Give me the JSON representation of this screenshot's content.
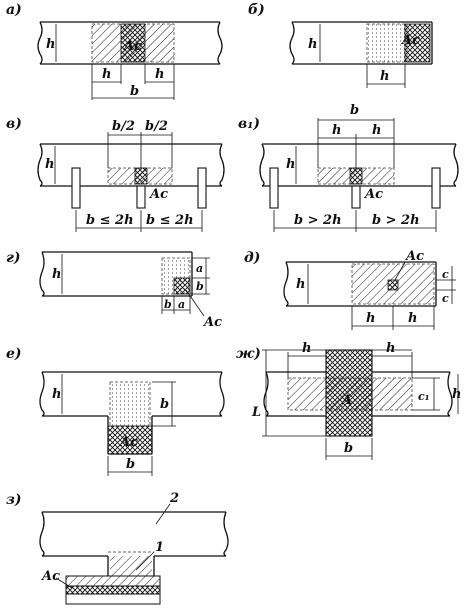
{
  "labels": {
    "a": "а)",
    "b": "б)",
    "v": "в)",
    "v1": "в₁)",
    "g": "г)",
    "d": "д)",
    "e": "е)",
    "zh": "ж)",
    "z": "з)"
  },
  "symbols": {
    "h": "h",
    "b": "b",
    "a": "a",
    "c": "c",
    "c1": "c₁",
    "L": "L",
    "A": "A",
    "Ac": "Ac",
    "half_b": "b/2",
    "le2h": "b ≤ 2h",
    "gt2h": "b > 2h",
    "n1": "1",
    "n2": "2"
  }
}
